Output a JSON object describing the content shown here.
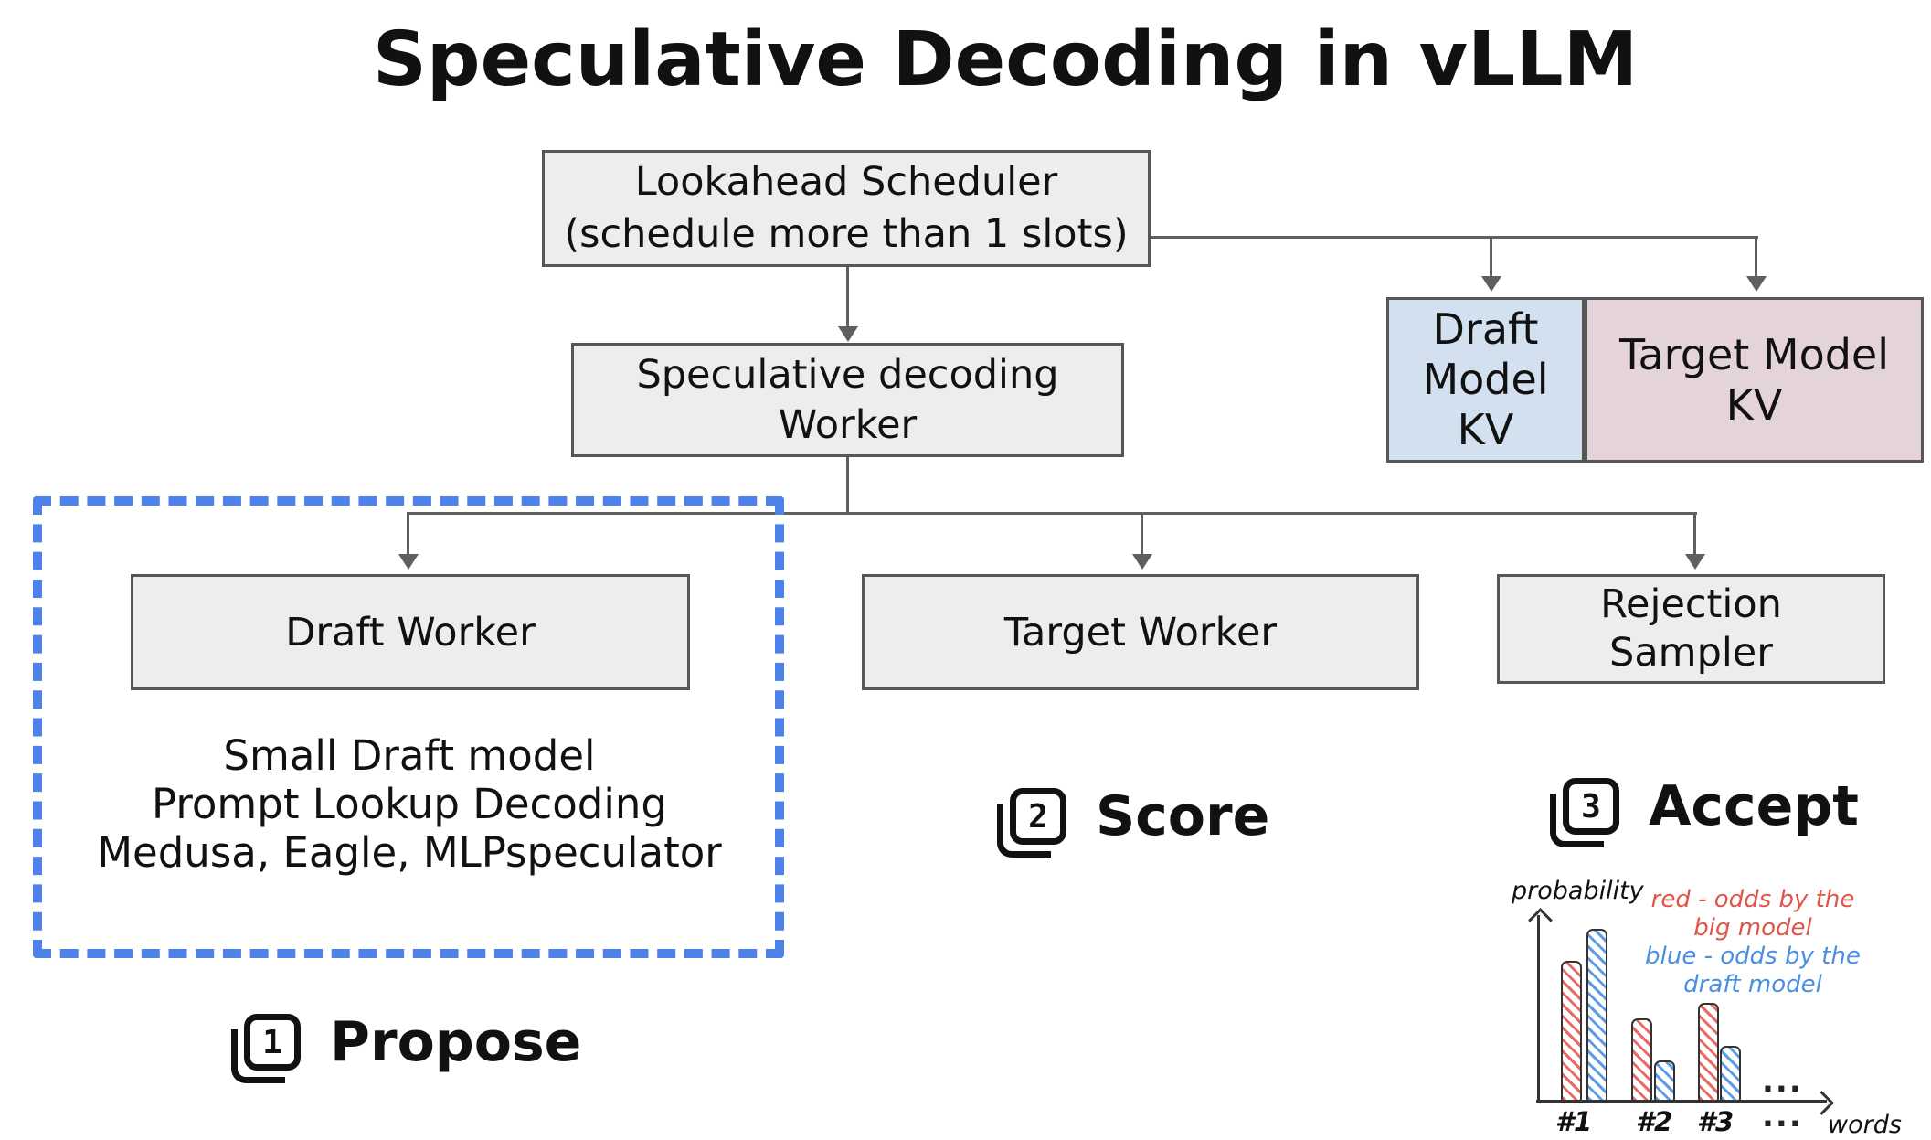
{
  "title": "Speculative Decoding in vLLM",
  "boxes": {
    "lookahead": {
      "line1": "Lookahead Scheduler",
      "line2": "(schedule more than 1 slots)"
    },
    "spec_worker": {
      "line1": "Speculative decoding",
      "line2": "Worker"
    },
    "draft_kv": {
      "line1": "Draft",
      "line2": "Model",
      "line3": "KV"
    },
    "target_kv": {
      "line1": "Target Model",
      "line2": "KV"
    },
    "draft_worker": {
      "label": "Draft Worker"
    },
    "target_worker": {
      "label": "Target Worker"
    },
    "rejection": {
      "line1": "Rejection",
      "line2": "Sampler"
    }
  },
  "draft_methods": {
    "line1": "Small Draft model",
    "line2": "Prompt Lookup Decoding",
    "line3": "Medusa, Eagle, MLPspeculator"
  },
  "steps": {
    "propose": {
      "number": "1",
      "label": "Propose"
    },
    "score": {
      "number": "2",
      "label": "Score"
    },
    "accept": {
      "number": "3",
      "label": "Accept"
    }
  },
  "colors": {
    "box_fill": "#ededed",
    "box_border": "#565656",
    "connector": "#5f5f5f",
    "draft_kv_fill": "#d3e0ef",
    "target_kv_fill": "#e5d3dc",
    "dashed_border": "#4d82ea",
    "chart_red": "#e96a64",
    "chart_blue": "#5b9ce4",
    "legend_red_text": "#e05548",
    "legend_blue_text": "#4b8fe2"
  },
  "chart_data": {
    "type": "bar",
    "title": "",
    "ylabel": "probability",
    "xlabel": "words",
    "categories": [
      "#1",
      "#2",
      "#3"
    ],
    "series": [
      {
        "name": "red - odds by the big model",
        "color": "#e96a64",
        "values": [
          0.76,
          0.45,
          0.53
        ]
      },
      {
        "name": "blue - odds by the draft model",
        "color": "#5b9ce4",
        "values": [
          0.93,
          0.22,
          0.3
        ]
      }
    ],
    "ylim": [
      0,
      1
    ],
    "grid": false,
    "legend_position": "top-right",
    "legend": {
      "red_line1": "red - odds by the",
      "red_line2": "big model",
      "blue_line1": "blue - odds by the",
      "blue_line2": "draft model"
    },
    "ellipsis": "..."
  }
}
